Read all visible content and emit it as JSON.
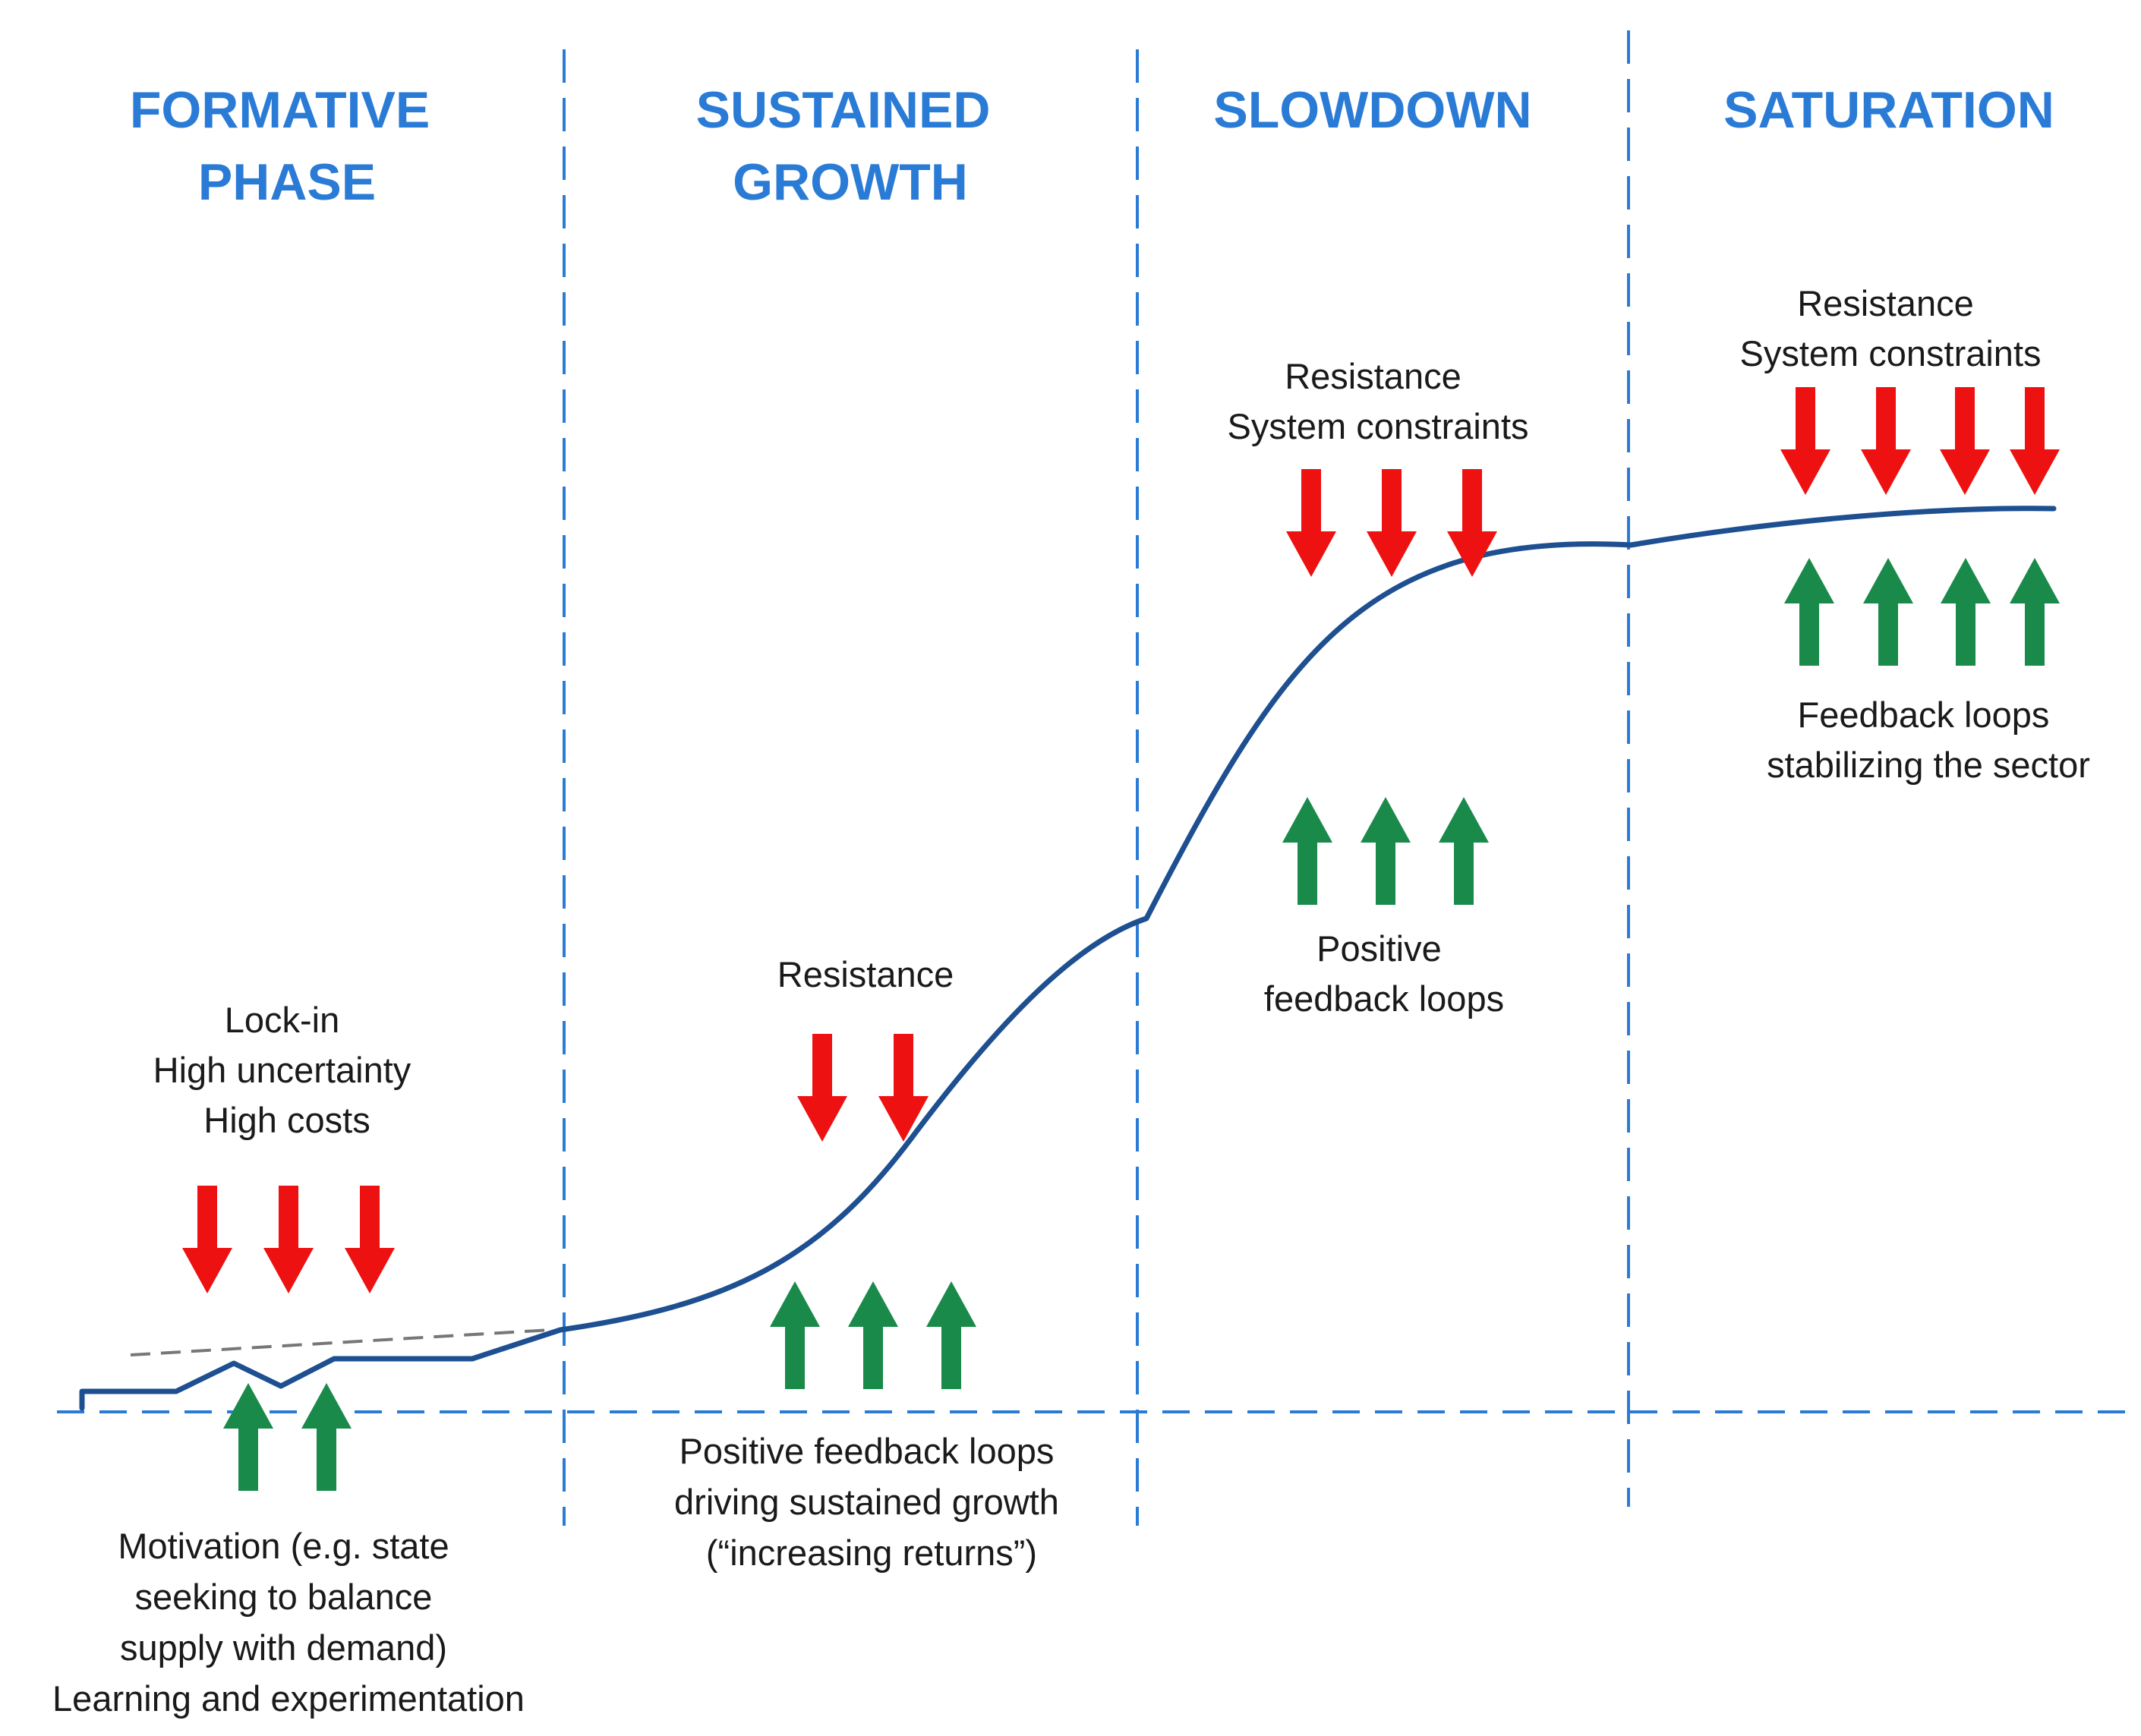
{
  "colors": {
    "phase_title": "#2a7bd6",
    "divider": "#2a7bd6",
    "curve": "#1d4f91",
    "trend_line": "#777777",
    "resistance_arrow": "#ee1111",
    "feedback_arrow": "#1a8a4a",
    "text": "#1a1a1a"
  },
  "icons": {
    "resistance": "red-down-arrow-icon",
    "feedback": "green-up-arrow-icon"
  },
  "phases": [
    {
      "title": [
        "FORMATIVE",
        "PHASE"
      ],
      "resistance_label": [
        "Lock-in",
        "High uncertainty",
        "High costs"
      ],
      "resistance_arrows": 3,
      "feedback_label": [
        "Motivation (e.g. state",
        "seeking to balance",
        "supply with demand)",
        "Learning and experimentation"
      ],
      "feedback_arrows": 2
    },
    {
      "title": [
        "SUSTAINED",
        "GROWTH"
      ],
      "resistance_label": [
        "Resistance"
      ],
      "resistance_arrows": 2,
      "feedback_label": [
        "Positive feedback loops",
        "driving sustained growth",
        "(“increasing returns”)"
      ],
      "feedback_arrows": 3
    },
    {
      "title": [
        "SLOWDOWN"
      ],
      "resistance_label": [
        "Resistance",
        "System constraints"
      ],
      "resistance_arrows": 3,
      "feedback_label": [
        "Positive",
        "feedback loops"
      ],
      "feedback_arrows": 3
    },
    {
      "title": [
        "SATURATION"
      ],
      "resistance_label": [
        "Resistance",
        "System constraints"
      ],
      "resistance_arrows": 4,
      "feedback_label": [
        "Feedback loops",
        "stabilizing the sector"
      ],
      "feedback_arrows": 4
    }
  ]
}
